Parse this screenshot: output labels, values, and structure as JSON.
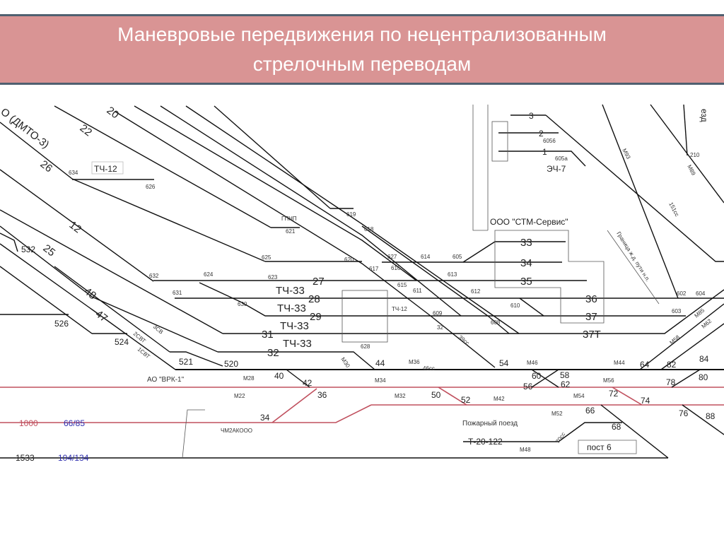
{
  "slide": {
    "title_line1": "Маневровые передвижения по нецентрализованным",
    "title_line2": "стрелочным переводам"
  },
  "colors": {
    "title_bar": "#d99494",
    "title_border": "#4f6070",
    "electrified_track": "#c0505e",
    "track": "#111111",
    "track_number_blue": "#3030b0"
  },
  "diagram": {
    "sidings_upper_left": [
      "О (ДМТО-3)",
      "20",
      "22",
      "26",
      "12",
      "25",
      "48",
      "47"
    ],
    "depots": [
      "ТЧ-12",
      "ТЧ-33",
      "ТЧ-33",
      "ТЧ-33",
      "ТЧ-33",
      "ЭЧ-7",
      "ТЧ-12"
    ],
    "organizations": [
      "АО \"ВРК-1\"",
      "ООО \"СТМ-Сервис\"",
      "Пожарный поезд",
      "пост 6",
      "Граница ж.д. пути н.п.",
      "езд"
    ],
    "track_numbers": [
      "27",
      "28",
      "29",
      "31",
      "32",
      "33",
      "34",
      "35",
      "36",
      "37",
      "37Т",
      "3",
      "2",
      "1",
      "1000",
      "66/85",
      "1533",
      "104/134",
      "Т-20-122"
    ],
    "switches_large": [
      "532",
      "526",
      "524",
      "521",
      "520",
      "40",
      "42",
      "36",
      "34",
      "44",
      "54",
      "50",
      "52",
      "60",
      "58",
      "56",
      "62",
      "64",
      "82",
      "84",
      "78",
      "80",
      "72",
      "74",
      "66",
      "68",
      "76",
      "88"
    ],
    "switches_small": [
      "634",
      "626",
      "619",
      "621",
      "625",
      "620",
      "632",
      "624",
      "623",
      "631",
      "630",
      "618",
      "627",
      "617",
      "616",
      "615",
      "614",
      "605",
      "613",
      "611",
      "612",
      "610",
      "609",
      "608",
      "628",
      "6056",
      "605а",
      "602",
      "603",
      "604",
      "210",
      "32"
    ],
    "signals": [
      "М28",
      "М22",
      "М34",
      "М36",
      "М32",
      "М42",
      "М46",
      "М44",
      "М56",
      "М54",
      "М52",
      "М48",
      "М58",
      "М62",
      "М85",
      "М93",
      "М89",
      "М30",
      "ЧМ2АКООО"
    ],
    "misc_small": [
      "ГПНП",
      "46сс",
      "2СВТ",
      "1СВТ",
      "3СВ",
      "70сс",
      "151сс",
      "39сс"
    ]
  }
}
